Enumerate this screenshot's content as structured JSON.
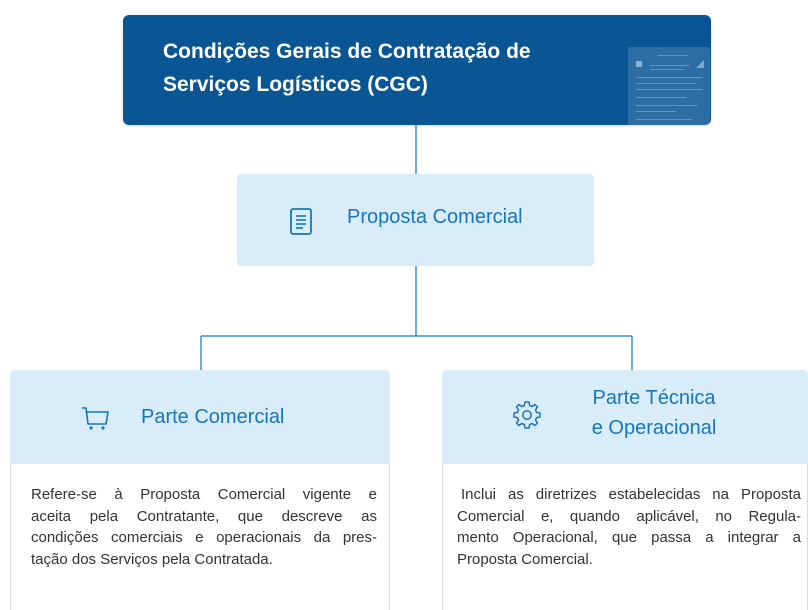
{
  "header": {
    "title_line1": "Condições Gerais de Contratação de",
    "title_line2": "Serviços Logísticos (CGC)",
    "thumbnail_icon": "document-thumbnail-icon"
  },
  "proposal": {
    "label": "Proposta Comercial",
    "icon": "document-icon"
  },
  "commercial_part": {
    "title": "Parte Comercial",
    "icon": "shopping-cart-icon",
    "description": "Refere-se à Proposta Comercial vigente e aceita pela Contratante, que descreve as condições comerciais e operacionais da prestação dos Serviços pela Contratada.",
    "description_lines": [
      "Refere-se à Proposta Comercial vigente e",
      "aceita pela Contratante, que descreve as",
      "condições comerciais e operacionais da pres-",
      "tação dos Serviços pela Contratada."
    ]
  },
  "technical_part": {
    "title_line1": "Parte Técnica",
    "title_line2": "e Operacional",
    "icon": "gear-icon",
    "description_lines": [
      "Inclui as diretrizes estabelecidas na Proposta",
      "Comercial e, quando aplicável, no Regula-",
      "mento Operacional, que passa a integrar a",
      "Proposta Comercial."
    ]
  },
  "colors": {
    "header_bg": "#0a5594",
    "box_bg": "#d8ecfa",
    "accent_text": "#1776bd",
    "connector": "#1776bd",
    "body_text": "#333333"
  }
}
